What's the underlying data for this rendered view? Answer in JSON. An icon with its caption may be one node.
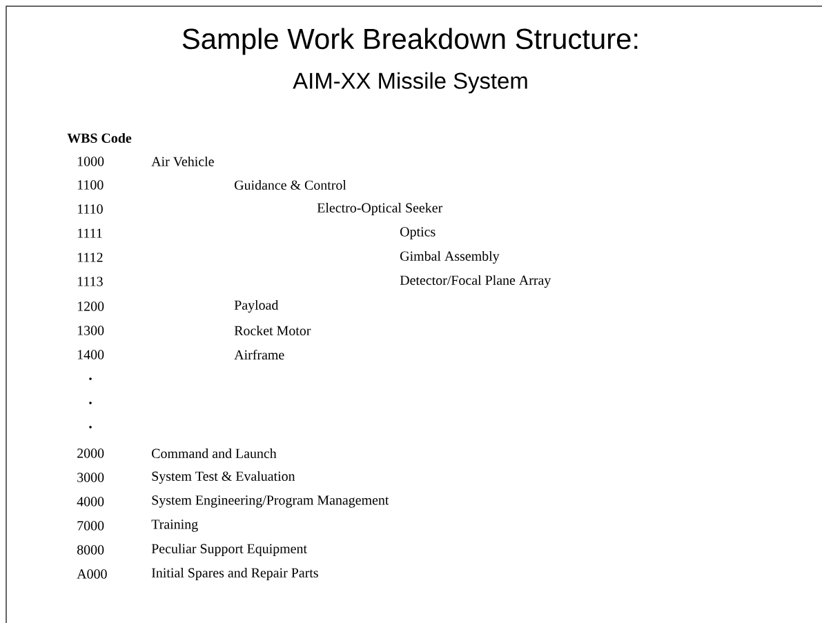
{
  "diagram": {
    "title": "Sample Work Breakdown Structure:",
    "labels": [
      "AIM-XX Missile System",
      "WBS Code",
      "1000",
      "Air Vehicle",
      "1100",
      "Guidance & Control",
      "1110",
      "Electro-Optical Seeker",
      "1111",
      "Optics",
      "1112",
      "Gimbal Assembly",
      "1113",
      "Detector/Focal Plane Array",
      "1200",
      "Payload",
      "1300",
      "Rocket Motor",
      "1400",
      "Airframe",
      "2000",
      "Command and Launch",
      "3000",
      "System Test & Evaluation",
      "4000",
      "System Engineering/Program Management",
      "7000",
      "Training",
      "8000",
      "Peculiar Support Equipment",
      "A000",
      "Initial Spares and Repair Parts"
    ]
  }
}
